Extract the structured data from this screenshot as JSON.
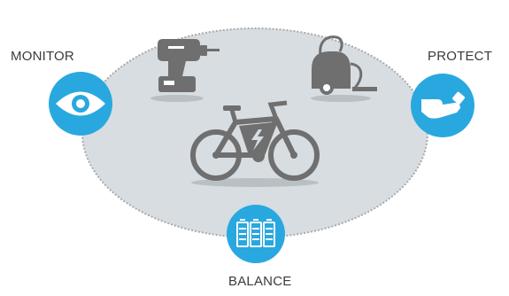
{
  "labels": {
    "monitor": "MONITOR",
    "protect": "PROTECT",
    "balance": "BALANCE"
  },
  "colors": {
    "ellipse_fill": "#d7dde1",
    "ellipse_border": "#a9a9a9",
    "badge_blue": "#29a8e0",
    "icon_gray": "#6f6f6f",
    "shadow": "#b9c0c4",
    "text": "#3b3b3b"
  },
  "icons": [
    "drill-icon",
    "vacuum-icon",
    "electric-bike-icon",
    "eye-icon",
    "hand-icon",
    "battery-pack-icon"
  ]
}
